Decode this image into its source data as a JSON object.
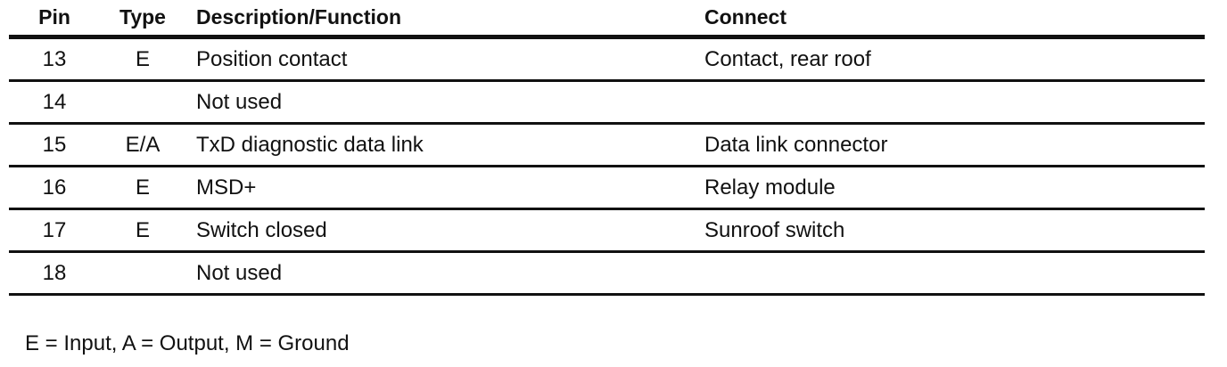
{
  "table": {
    "headers": {
      "pin": "Pin",
      "type": "Type",
      "description": "Description/Function",
      "connect": "Connect"
    },
    "rows": [
      {
        "pin": "13",
        "type": "E",
        "description": "Position contact",
        "connect": "Contact, rear roof"
      },
      {
        "pin": "14",
        "type": "",
        "description": "Not used",
        "connect": ""
      },
      {
        "pin": "15",
        "type": "E/A",
        "description": "TxD diagnostic data link",
        "connect": "Data link connector"
      },
      {
        "pin": "16",
        "type": "E",
        "description": "MSD+",
        "connect": "Relay module"
      },
      {
        "pin": "17",
        "type": "E",
        "description": "Switch closed",
        "connect": "Sunroof switch"
      },
      {
        "pin": "18",
        "type": "",
        "description": "Not used",
        "connect": ""
      }
    ]
  },
  "legend": "E = Input, A = Output, M = Ground"
}
